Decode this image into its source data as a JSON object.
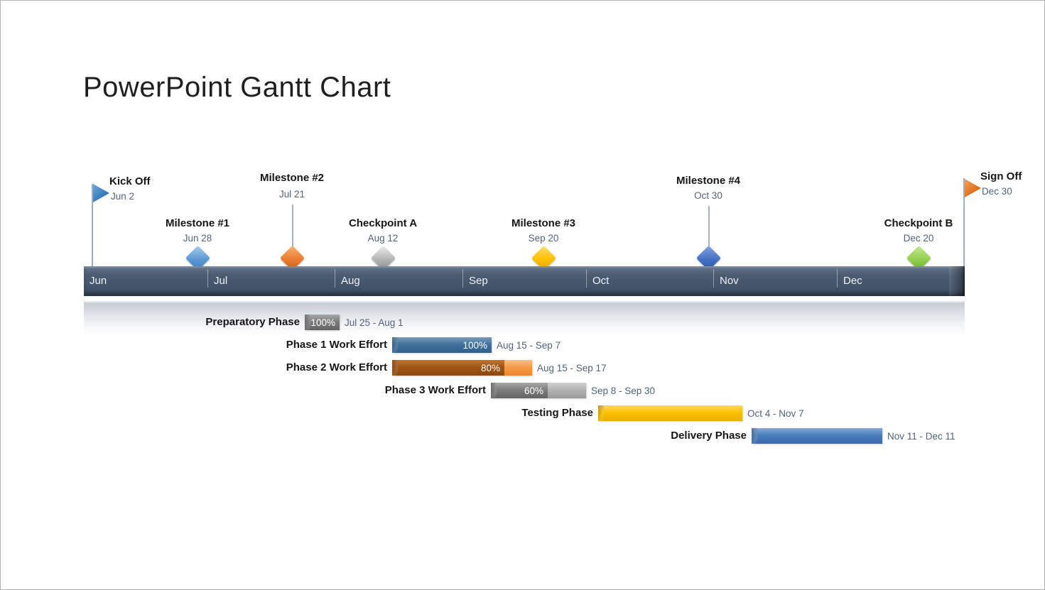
{
  "title": "PowerPoint Gantt Chart",
  "timeline": {
    "months": [
      "Jun",
      "Jul",
      "Aug",
      "Sep",
      "Oct",
      "Nov",
      "Dec"
    ],
    "bar_color": "#44546a"
  },
  "milestones": [
    {
      "label": "Kick Off",
      "date": "Jun 2",
      "shape": "flag",
      "color": "#2e75b6"
    },
    {
      "label": "Milestone #1",
      "date": "Jun 28",
      "shape": "diamond",
      "color": "#5b9bd5"
    },
    {
      "label": "Milestone #2",
      "date": "Jul 21",
      "shape": "diamond",
      "color": "#ed7d31"
    },
    {
      "label": "Checkpoint A",
      "date": "Aug 12",
      "shape": "diamond",
      "color": "#b5b5b5"
    },
    {
      "label": "Milestone #3",
      "date": "Sep 20",
      "shape": "diamond",
      "color": "#ffc000"
    },
    {
      "label": "Milestone #4",
      "date": "Oct 30",
      "shape": "diamond",
      "color": "#4472c4"
    },
    {
      "label": "Checkpoint B",
      "date": "Dec 20",
      "shape": "diamond",
      "color": "#92d050"
    },
    {
      "label": "Sign Off",
      "date": "Dec 30",
      "shape": "flag",
      "color": "#ed7d31"
    }
  ],
  "tasks": [
    {
      "label": "Preparatory Phase",
      "percent": "100%",
      "dates": "Jul 25 - Aug 1",
      "color": "#7d7d7d"
    },
    {
      "label": "Phase 1 Work Effort",
      "percent": "100%",
      "dates": "Aug 15 - Sep 7",
      "color": "#41719c"
    },
    {
      "label": "Phase 2 Work Effort",
      "percent": "80%",
      "dates": "Aug 15 - Sep 17",
      "color": "#a05515"
    },
    {
      "label": "Phase 3 Work Effort",
      "percent": "60%",
      "dates": "Sep 8 - Sep 30",
      "color": "#6f6f6f"
    },
    {
      "label": "Testing Phase",
      "percent": "",
      "dates": "Oct 4 - Nov 7",
      "color": "#ffc000"
    },
    {
      "label": "Delivery Phase",
      "percent": "",
      "dates": "Nov 11 - Dec 11",
      "color": "#4a7ebb"
    }
  ],
  "chart_data": {
    "type": "bar",
    "subtype": "gantt-timeline",
    "title": "PowerPoint Gantt Chart",
    "x_axis": {
      "unit": "month",
      "range": [
        "Jun 1",
        "Dec 31"
      ],
      "ticks": [
        "Jun",
        "Jul",
        "Aug",
        "Sep",
        "Oct",
        "Nov",
        "Dec"
      ]
    },
    "milestones": [
      {
        "name": "Kick Off",
        "date": "Jun 2",
        "marker": "flag"
      },
      {
        "name": "Milestone #1",
        "date": "Jun 28",
        "marker": "diamond"
      },
      {
        "name": "Milestone #2",
        "date": "Jul 21",
        "marker": "diamond"
      },
      {
        "name": "Checkpoint A",
        "date": "Aug 12",
        "marker": "diamond"
      },
      {
        "name": "Milestone #3",
        "date": "Sep 20",
        "marker": "diamond"
      },
      {
        "name": "Milestone #4",
        "date": "Oct 30",
        "marker": "diamond"
      },
      {
        "name": "Checkpoint B",
        "date": "Dec 20",
        "marker": "diamond"
      },
      {
        "name": "Sign Off",
        "date": "Dec 30",
        "marker": "flag"
      }
    ],
    "tasks": [
      {
        "name": "Preparatory Phase",
        "start": "Jul 25",
        "end": "Aug 1",
        "percent_complete": 100
      },
      {
        "name": "Phase 1 Work Effort",
        "start": "Aug 15",
        "end": "Sep 7",
        "percent_complete": 100
      },
      {
        "name": "Phase 2 Work Effort",
        "start": "Aug 15",
        "end": "Sep 17",
        "percent_complete": 80
      },
      {
        "name": "Phase 3 Work Effort",
        "start": "Sep 8",
        "end": "Sep 30",
        "percent_complete": 60
      },
      {
        "name": "Testing Phase",
        "start": "Oct 4",
        "end": "Nov 7",
        "percent_complete": null
      },
      {
        "name": "Delivery Phase",
        "start": "Nov 11",
        "end": "Dec 11",
        "percent_complete": null
      }
    ]
  }
}
